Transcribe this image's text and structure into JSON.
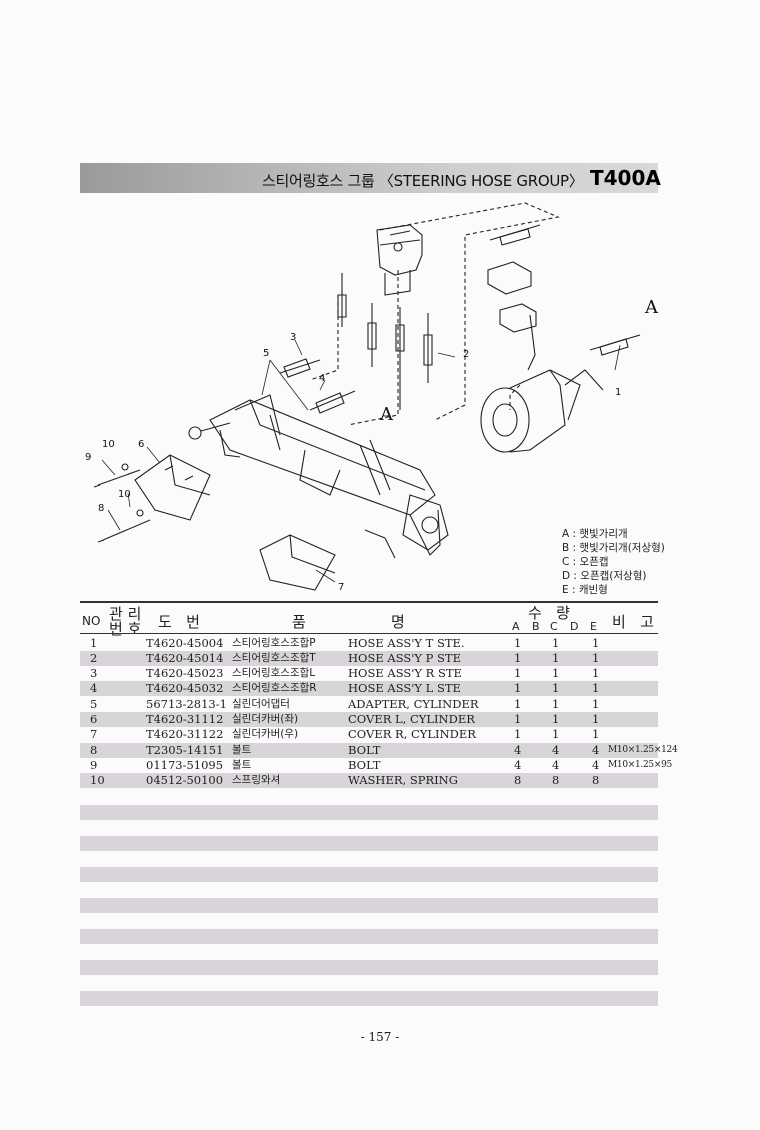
{
  "header": {
    "title_text": "스티어링호스 그룹 〈STEERING HOSE GROUP〉",
    "title_code": "T400A"
  },
  "diagram": {
    "callouts": [
      "1",
      "2",
      "3",
      "4",
      "5",
      "6",
      "7",
      "8",
      "9",
      "10",
      "10"
    ],
    "view_label": "A"
  },
  "legend": [
    "A : 햇빛가리개",
    "B : 햇빛가리개(저상형)",
    "C : 오픈캡",
    "D : 오픈캡(저상형)",
    "E : 캐빈형"
  ],
  "table": {
    "headers": {
      "no": "NO",
      "mgmt_top": "관 리",
      "mgmt_bottom": "번 호",
      "part_no": "도   번",
      "name_a": "품",
      "name_b": "명",
      "qty": "수   량",
      "qty_cols": [
        "A",
        "B",
        "C",
        "D",
        "E"
      ],
      "remarks": "비   고"
    },
    "rows": [
      {
        "no": "1",
        "part_no": "T4620-45004",
        "kr": "스티어링호스조합P",
        "en": "HOSE ASS'Y T STE.",
        "a": "1",
        "c": "1",
        "e": "1",
        "note": ""
      },
      {
        "no": "2",
        "part_no": "T4620-45014",
        "kr": "스티어링호스조합T",
        "en": "HOSE ASS'Y P STE",
        "a": "1",
        "c": "1",
        "e": "1",
        "note": ""
      },
      {
        "no": "3",
        "part_no": "T4620-45023",
        "kr": "스티어링호스조합L",
        "en": "HOSE ASS'Y R STE",
        "a": "1",
        "c": "1",
        "e": "1",
        "note": ""
      },
      {
        "no": "4",
        "part_no": "T4620-45032",
        "kr": "스티어링호스조합R",
        "en": "HOSE ASS'Y L STE",
        "a": "1",
        "c": "1",
        "e": "1",
        "note": ""
      },
      {
        "no": "5",
        "part_no": "56713-2813-1",
        "kr": "실린더어댑터",
        "en": "ADAPTER, CYLINDER",
        "a": "1",
        "c": "1",
        "e": "1",
        "note": ""
      },
      {
        "no": "6",
        "part_no": "T4620-31112",
        "kr": "실린더카버(좌)",
        "en": "COVER L, CYLINDER",
        "a": "1",
        "c": "1",
        "e": "1",
        "note": ""
      },
      {
        "no": "7",
        "part_no": "T4620-31122",
        "kr": "실린더카버(우)",
        "en": "COVER R, CYLINDER",
        "a": "1",
        "c": "1",
        "e": "1",
        "note": ""
      },
      {
        "no": "8",
        "part_no": "T2305-14151",
        "kr": "볼트",
        "en": "BOLT",
        "a": "4",
        "c": "4",
        "e": "4",
        "note": "M10×1.25×124"
      },
      {
        "no": "9",
        "part_no": "01173-51095",
        "kr": "볼트",
        "en": "BOLT",
        "a": "4",
        "c": "4",
        "e": "4",
        "note": "M10×1.25×95"
      },
      {
        "no": "10",
        "part_no": "04512-50100",
        "kr": "스프링와셔",
        "en": "WASHER, SPRING",
        "a": "8",
        "c": "8",
        "e": "8",
        "note": ""
      }
    ]
  },
  "footer": {
    "page_number": "- 157 -"
  },
  "colors": {
    "row_shade": "#d9d4d9",
    "title_band": "#b4b4b4"
  }
}
